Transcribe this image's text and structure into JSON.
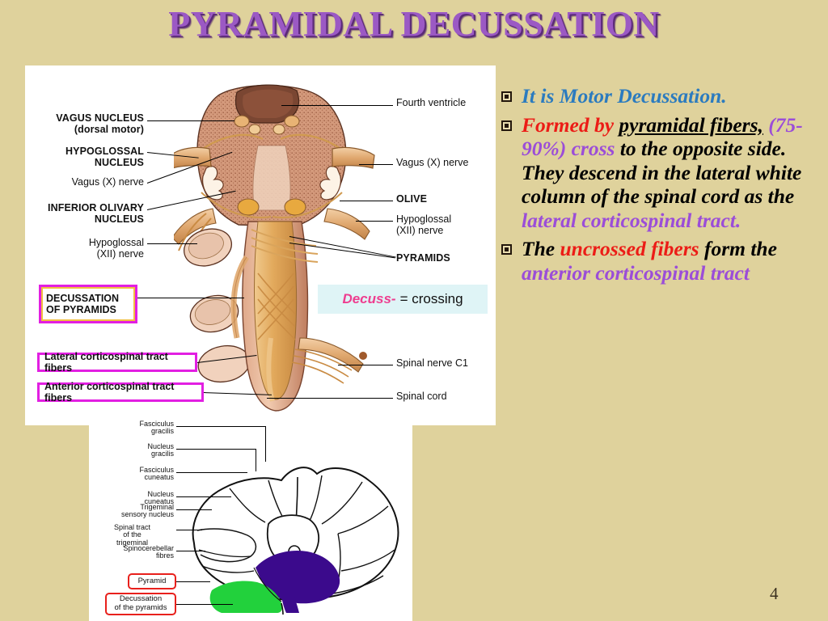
{
  "slide": {
    "title": "PYRAMIDAL DECUSSATION",
    "page_number": "4",
    "background_color": "#dfd29c",
    "title_color": "#9b59c4",
    "title_shadow_color": "#5b2a78"
  },
  "callout": {
    "term": "Decuss-",
    "definition": "= crossing",
    "term_color": "#ee3d8f",
    "background_color": "#dff4f6"
  },
  "figure_top": {
    "labels_left": [
      {
        "text": "VAGUS NUCLEUS\n(dorsal motor)"
      },
      {
        "text": "HYPOGLOSSAL\nNUCLEUS"
      },
      {
        "text": "Vagus (X) nerve"
      },
      {
        "text": "INFERIOR OLIVARY\nNUCLEUS"
      },
      {
        "text": "Hypoglossal\n(XII) nerve"
      }
    ],
    "labels_right": [
      {
        "text": "Fourth ventricle"
      },
      {
        "text": "Vagus (X) nerve"
      },
      {
        "text": "OLIVE"
      },
      {
        "text": "Hypoglossal\n(XII) nerve"
      },
      {
        "text": "PYRAMIDS"
      },
      {
        "text": "Spinal nerve C1"
      },
      {
        "text": "Spinal cord"
      }
    ],
    "boxed_labels": [
      {
        "text": "DECUSSATION\nOF PYRAMIDS",
        "border_color": "#e21fe2"
      },
      {
        "text": "Lateral corticospinal tract fibers",
        "border_color": "#e21fe2"
      },
      {
        "text": "Anterior corticospinal tract fibers",
        "border_color": "#e21fe2"
      }
    ]
  },
  "figure_bottom": {
    "labels_left": [
      {
        "text": "Fasciculus\ngracilis"
      },
      {
        "text": "Nucleus\ngracilis"
      },
      {
        "text": "Fasciculus\ncuneatus"
      },
      {
        "text": "Nucleus\ncuneatus"
      },
      {
        "text": "Trigeminal\nsensory nucleus"
      },
      {
        "text": "Spinal tract\nof the\ntrigeminal"
      },
      {
        "text": "Spinocerebellar\nfibres"
      }
    ],
    "boxed_labels": [
      {
        "text": "Pyramid",
        "border_color": "#e8201c"
      },
      {
        "text": "Decussation\nof the pyramids",
        "border_color": "#e8201c"
      }
    ],
    "region_colors": {
      "decussation_purple": "#3b0a8c",
      "pyramid_green": "#22d13c"
    }
  },
  "bullets": [
    {
      "id": "bullet-1",
      "segments": [
        {
          "text": "It is Motor Decussation.",
          "color": "#2b7bbf",
          "underline": false
        }
      ]
    },
    {
      "id": "bullet-2",
      "segments": [
        {
          "text": "Formed by ",
          "color": "#ec1c16",
          "underline": false
        },
        {
          "text": "pyramidal fibers,",
          "color": "#000000",
          "underline": true
        },
        {
          "text": " ",
          "color": "#000000",
          "underline": false
        },
        {
          "text": "(75-90%) cross",
          "color": "#9b4dd8",
          "underline": false
        },
        {
          "text": " to the opposite side. They descend in the lateral white column of the spinal cord as the ",
          "color": "#000000",
          "underline": false
        },
        {
          "text": "lateral corticospinal tract.",
          "color": "#9b4dd8",
          "underline": false
        }
      ]
    },
    {
      "id": "bullet-3",
      "segments": [
        {
          "text": "The ",
          "color": "#000000",
          "underline": false
        },
        {
          "text": "uncrossed fibers",
          "color": "#ec1c16",
          "underline": false
        },
        {
          "text": " form the ",
          "color": "#000000",
          "underline": false
        },
        {
          "text": "anterior corticospinal tract",
          "color": "#9b4dd8",
          "underline": false
        }
      ]
    }
  ]
}
